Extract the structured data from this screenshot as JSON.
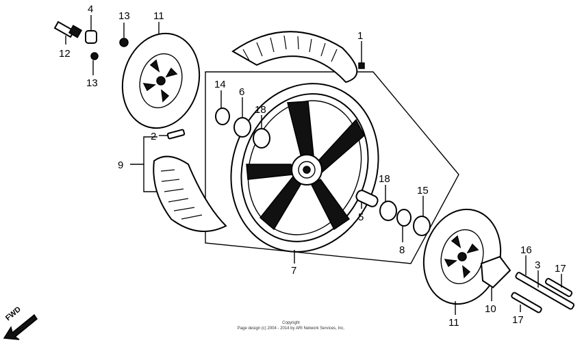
{
  "callouts": {
    "p1": "1",
    "p2": "2",
    "p3": "3",
    "p4": "4",
    "p5": "5",
    "p6": "6",
    "p7": "7",
    "p8": "8",
    "p9": "9",
    "p10": "10",
    "p11a": "11",
    "p11b": "11",
    "p12": "12",
    "p13a": "13",
    "p13b": "13",
    "p14": "14",
    "p15": "15",
    "p16": "16",
    "p17a": "17",
    "p17b": "17",
    "p18a": "18",
    "p18b": "18"
  },
  "fwd_label": "FWD",
  "copyright": {
    "line1": "Copyright",
    "line2": "Page design (c) 2004 - 2014 by ARI Network Services, Inc."
  }
}
